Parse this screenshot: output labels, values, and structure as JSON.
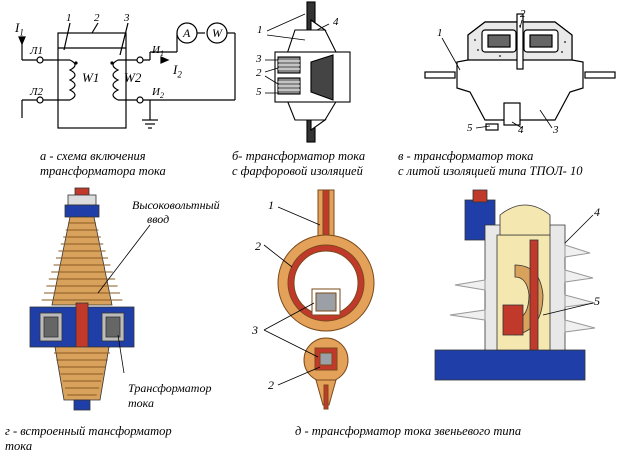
{
  "panels": {
    "a": {
      "caption_line1": "а - схема включения",
      "caption_line2": "трансформатора тока",
      "labels": {
        "i1": "I",
        "i1_sub": "1",
        "i2": "I",
        "i2_sub": "2",
        "l1": "Л1",
        "l2": "Л2",
        "u1": "И",
        "u1_sub": "1",
        "u2": "И",
        "u2_sub": "2",
        "w1": "W1",
        "w2": "W2",
        "ammeter": "A",
        "wattmeter": "W",
        "n1": "1",
        "n2": "2",
        "n3": "3"
      }
    },
    "b": {
      "caption_line1": "б- трансформатор тока",
      "caption_line2": "с фарфоровой изоляцией",
      "labels": {
        "n1": "1",
        "n2": "2",
        "n3": "3",
        "n4": "4",
        "n5": "5"
      }
    },
    "v": {
      "caption_line1": "в - трансформатор тока",
      "caption_line2": "с литой изоляцией типа ТПОЛ- 10",
      "labels": {
        "n1": "1",
        "n2": "2",
        "n3": "3",
        "n4": "4",
        "n5": "5"
      }
    },
    "g": {
      "caption_line1": "г - встроенный тансформатор",
      "caption_line2": "тока",
      "callout_top_line1": "Высоковольтный",
      "callout_top_line2": "ввод",
      "callout_bottom_line1": "Трансформатор",
      "callout_bottom_line2": "тока"
    },
    "d": {
      "caption": "д - трансформатор тока звеньевого типа",
      "labels": {
        "n1": "1",
        "n2a": "2",
        "n3": "3",
        "n2b": "2"
      }
    },
    "e": {
      "labels": {
        "n4": "4",
        "n5": "5"
      }
    }
  },
  "colors": {
    "ink": "#000000",
    "orange": "#e3a15a",
    "red_winding": "#c0392b",
    "blue_flange": "#1f3ea8",
    "porcelain_tan": "#d9a25c",
    "cream_filler": "#f5e7b0",
    "grey_core": "#9aa0a6"
  }
}
